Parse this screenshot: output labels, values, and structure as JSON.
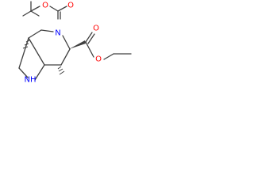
{
  "colors": {
    "bond": "#404040",
    "oxygen": "#ff0000",
    "nitrogen": "#0000ff",
    "background": "#ffffff"
  },
  "atoms": {
    "o_carbonyl_boc": "O",
    "o_ether_boc": "O",
    "n_bridge": "N",
    "o_carbonyl_ester": "O",
    "o_ether_ester": "O",
    "nh_ring": "NH"
  }
}
